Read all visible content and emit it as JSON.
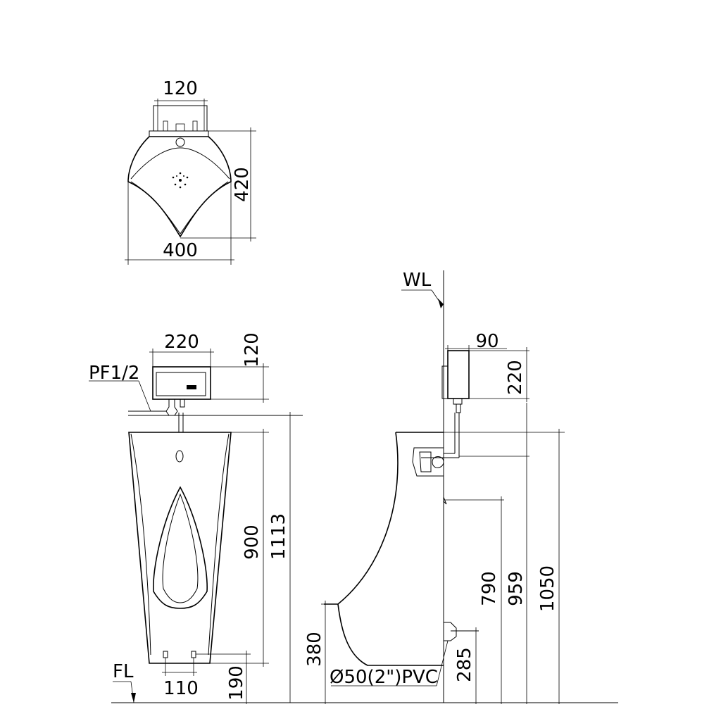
{
  "top_view": {
    "width_top": "120",
    "height": "420",
    "width": "400"
  },
  "front_view": {
    "box_width": "220",
    "box_height": "120",
    "supply": "PF1/2",
    "height_900": "900",
    "height_1113": "1113",
    "outlet_spacing": "110",
    "outlet_height": "190",
    "floor_label": "FL"
  },
  "side_view": {
    "wall_label": "WL",
    "box_depth": "90",
    "box_height": "220",
    "h_790": "790",
    "h_959": "959",
    "h_1050": "1050",
    "h_380": "380",
    "h_285": "285",
    "pipe": "Ø50(2\")PVC"
  }
}
